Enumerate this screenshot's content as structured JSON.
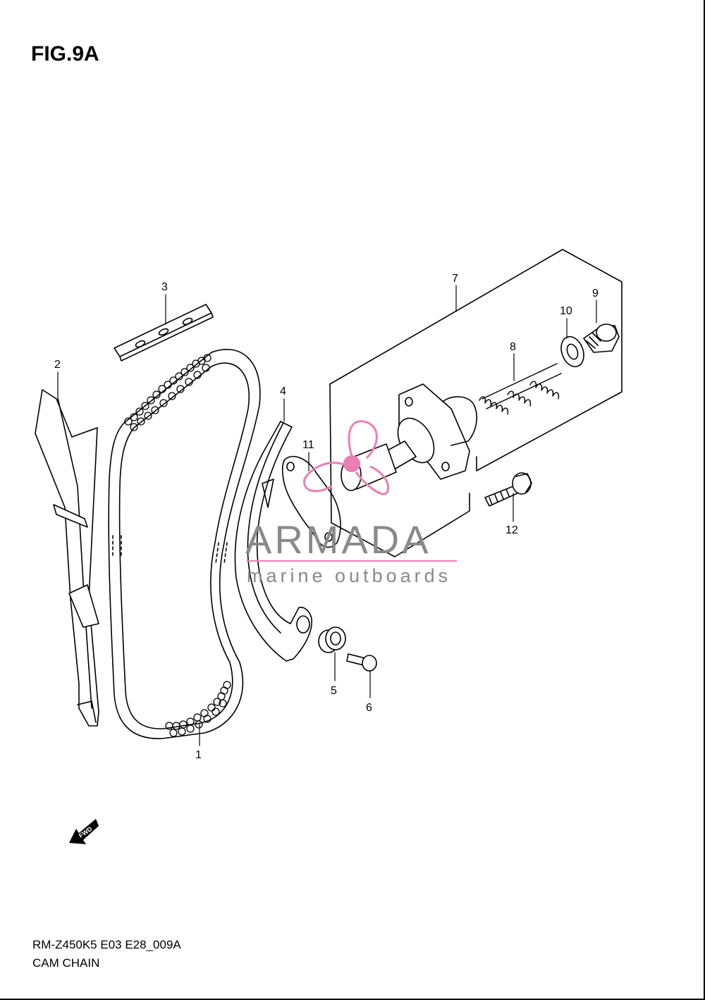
{
  "figure": {
    "title": "FIG.9A",
    "diagram_code": "RM-Z450K5 E03 E28_009A",
    "diagram_name": "CAM CHAIN"
  },
  "callouts": [
    "1",
    "2",
    "3",
    "4",
    "5",
    "6",
    "7",
    "8",
    "9",
    "10",
    "11",
    "12"
  ],
  "direction_marker": {
    "label": "FWD",
    "icon": "forward-arrow-icon"
  },
  "watermark": {
    "brand": "ARMADA",
    "tagline": "marine outboards",
    "logo": "propeller-logo-icon",
    "accent_color": "#e97fb4",
    "text_color": "#8a8a8a"
  },
  "colors": {
    "line": "#000000",
    "background": "#ffffff"
  }
}
